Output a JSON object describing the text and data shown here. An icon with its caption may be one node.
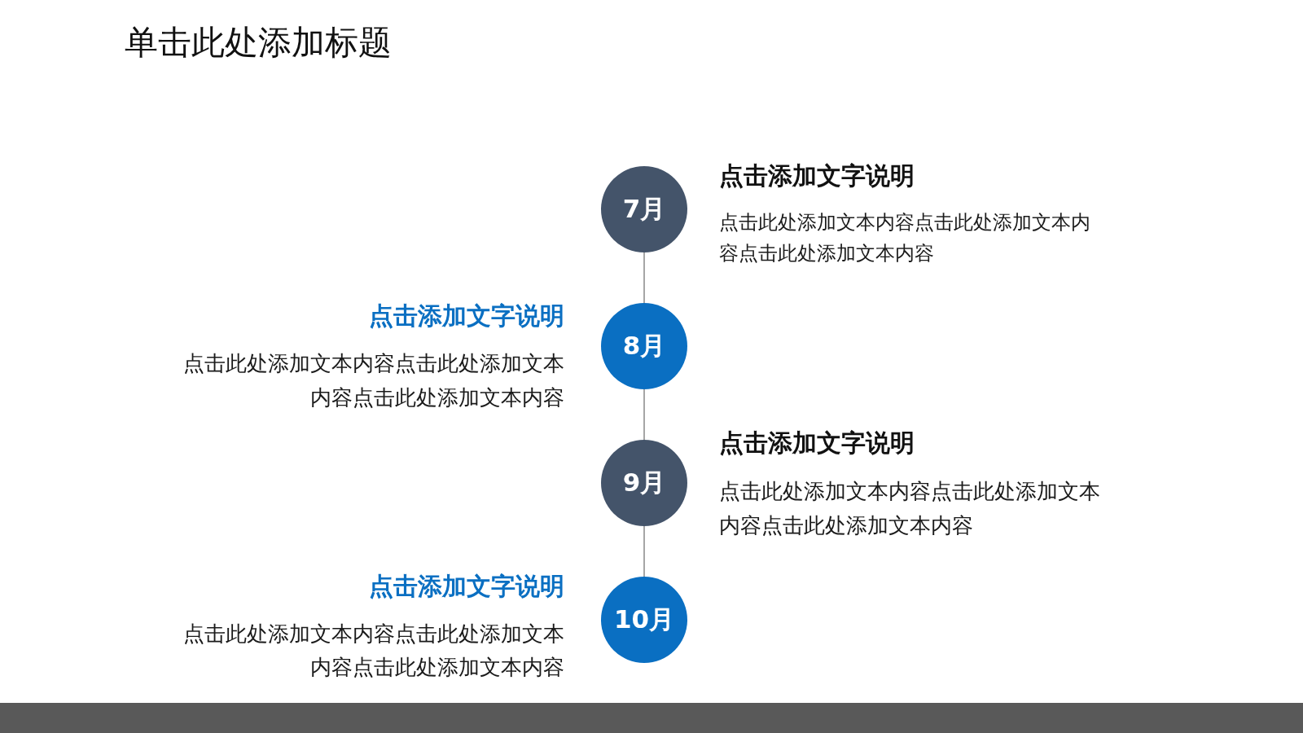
{
  "diagram": {
    "title": "单击此处添加标题",
    "nodes": [
      {
        "text": [
          "7月"
        ],
        "beside": [
          "点击添加文字说明",
          "点击此处添加文本内容点击此处添加文本内容点击此处添加文本内容"
        ]
      },
      {
        "text": [
          "8月"
        ],
        "beside": [
          "点击添加文字说明",
          "点击此处添加文本内容点击此处添加文本内容点击此处添加文本内容"
        ]
      },
      {
        "text": [
          "9月"
        ],
        "beside": [
          "点击添加文字说明",
          "点击此处添加文本内容点击此处添加文本内容点击此处添加文本内容"
        ]
      },
      {
        "text": [
          "10月"
        ],
        "beside": [
          "点击添加文字说明",
          "点击此处添加文本内容点击此处添加文本内容点击此处添加文本内容"
        ]
      }
    ],
    "edges": [
      {
        "from": 0,
        "to": 1,
        "arrow": "none"
      },
      {
        "from": 1,
        "to": 2,
        "arrow": "none"
      },
      {
        "from": 2,
        "to": 3,
        "arrow": "none"
      }
    ]
  }
}
